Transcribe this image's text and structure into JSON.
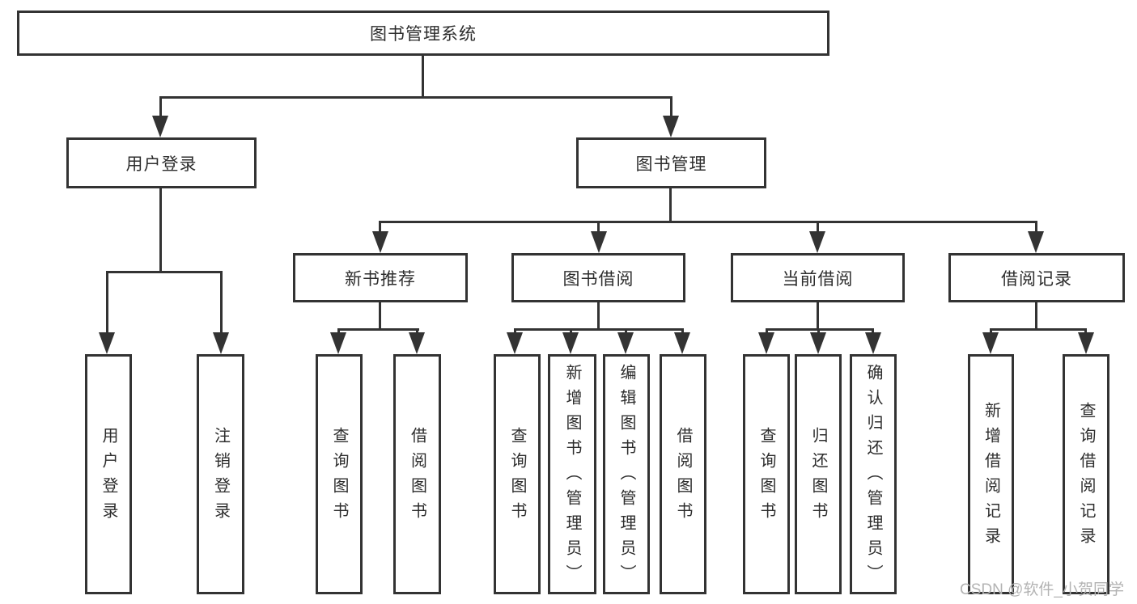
{
  "diagram_title": "图书管理系统",
  "tree": {
    "label": "图书管理系统",
    "children": [
      {
        "label": "用户登录",
        "children": [
          {
            "label": "用户登录"
          },
          {
            "label": "注销登录"
          }
        ]
      },
      {
        "label": "图书管理",
        "children": [
          {
            "label": "新书推荐",
            "children": [
              {
                "label": "查询图书"
              },
              {
                "label": "借阅图书"
              }
            ]
          },
          {
            "label": "图书借阅",
            "children": [
              {
                "label": "查询图书"
              },
              {
                "label": "新增图书（管理员）"
              },
              {
                "label": "编辑图书（管理员）"
              },
              {
                "label": "借阅图书"
              }
            ]
          },
          {
            "label": "当前借阅",
            "children": [
              {
                "label": "查询图书"
              },
              {
                "label": "归还图书"
              },
              {
                "label": "确认归还（管理员）"
              }
            ]
          },
          {
            "label": "借阅记录",
            "children": [
              {
                "label": "新增借阅记录"
              },
              {
                "label": "查询借阅记录"
              }
            ]
          }
        ]
      }
    ]
  },
  "watermark": {
    "text": "CSDN @软件_小贺同学"
  },
  "colors": {
    "line": "#333333",
    "text": "#2d2d2d",
    "watermark": "#b3b3b3",
    "background": "#ffffff"
  }
}
